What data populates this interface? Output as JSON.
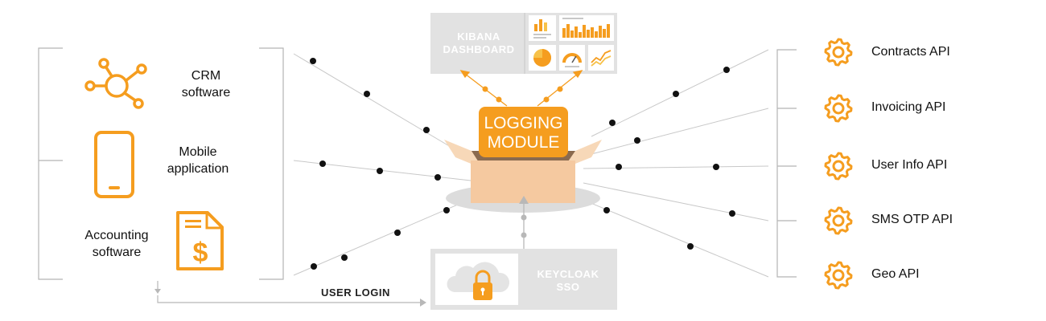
{
  "colors": {
    "accent": "#f59d1f",
    "box_light": "#f5c9a0",
    "panel_gray": "#e0e0e0",
    "line_gray": "#c8c8c8",
    "dot": "#111111"
  },
  "clients": [
    {
      "label_line1": "CRM",
      "label_line2": "software",
      "icon": "network-hub-icon"
    },
    {
      "label_line1": "Mobile",
      "label_line2": "application",
      "icon": "smartphone-icon"
    },
    {
      "label_line1": "Accounting",
      "label_line2": "software",
      "icon": "dollar-document-icon"
    }
  ],
  "dashboard": {
    "title_line1": "KIBANA",
    "title_line2": "DASHBOARD",
    "widgets": [
      "bar-chart-icon",
      "histogram-icon",
      "pie-chart-icon",
      "gauge-icon",
      "line-chart-icon"
    ]
  },
  "module": {
    "line1": "LOGGING",
    "line2": "MODULE"
  },
  "sso": {
    "line1": "KEYCLOAK",
    "line2": "SSO",
    "icon": "cloud-lock-icon"
  },
  "user_login": "USER LOGIN",
  "apis": [
    {
      "label": "Contracts API",
      "icon": "gear-icon"
    },
    {
      "label": "Invoicing API",
      "icon": "gear-icon"
    },
    {
      "label": "User Info API",
      "icon": "gear-icon"
    },
    {
      "label": "SMS OTP API",
      "icon": "gear-icon"
    },
    {
      "label": "Geo API",
      "icon": "gear-icon"
    }
  ]
}
